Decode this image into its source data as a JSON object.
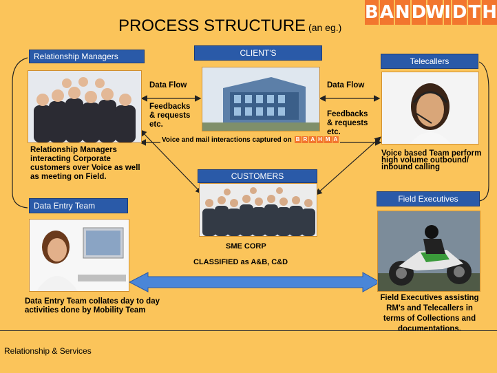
{
  "title": "PROCESS STRUCTURE",
  "title_sub": "(an eg.)",
  "brand": [
    "B",
    "A",
    "N",
    "D",
    "W",
    "I",
    "D",
    "T",
    "H"
  ],
  "headers": {
    "clients": "CLIENT'S",
    "relationship_managers": "Relationship Managers",
    "telecallers": "Telecallers",
    "customers": "CUSTOMERS",
    "data_entry": "Data Entry Team",
    "field_executives": "Field Executives"
  },
  "left_flow": {
    "data_flow": "Data Flow",
    "feedbacks": "Feedbacks\n& requests\netc."
  },
  "right_flow": {
    "data_flow": "Data Flow",
    "feedbacks": "Feedbacks\n& requests\netc."
  },
  "interactions": "Voice and mail interactions captured on",
  "brahma": [
    "B",
    "R",
    "A",
    "H",
    "M",
    "A"
  ],
  "rm_desc": "Relationship Managers interacting Corporate customers over Voice as well as meeting on  Field.",
  "tele_desc": "Voice based Team perform high volume outbound/ inbound calling",
  "sme": "SME CORP",
  "classified": "CLASSIFIED as A&B, C&D",
  "data_entry_desc": "Data Entry Team collates day to day activities done by Mobility Team",
  "field_desc": "Field Executives assisting RM's and Telecallers in terms of Collections and documentations.",
  "footer": "Relationship & Services",
  "colors": {
    "background": "#fbc45a",
    "header": "#2a5aa8",
    "brand": "#f2762e",
    "arrow": "#4a86d8"
  }
}
